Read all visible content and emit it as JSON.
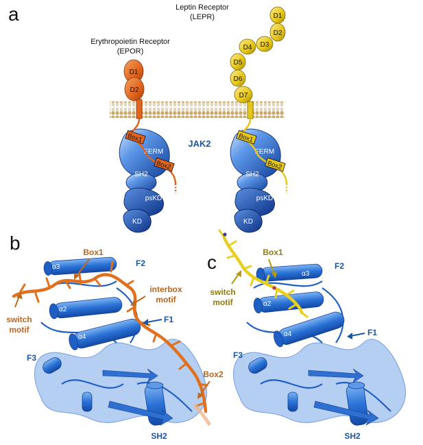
{
  "panels": {
    "a": "a",
    "b": "b",
    "c": "c"
  },
  "panel_a": {
    "epor": {
      "title_line1": "Erythropoietin Receptor",
      "title_line2": "(EPOR)",
      "domains": [
        "D1",
        "D2"
      ]
    },
    "lepr": {
      "title_line1": "Leptin Receptor",
      "title_line2": "(LEPR)",
      "domains": [
        "D1",
        "D2",
        "D3",
        "D4",
        "D5",
        "D6",
        "D7"
      ]
    },
    "jak2_label": "JAK2",
    "boxes": {
      "box1": "Box1",
      "box2": "Box2"
    },
    "jak_domains": {
      "ferm": "FERM",
      "sh2": "SH2",
      "pskd": "psKD",
      "kd": "KD"
    }
  },
  "panel_b": {
    "helices": [
      "α3",
      "α2",
      "α4"
    ],
    "labels": {
      "box1": "Box1",
      "f2": "F2",
      "interbox_line1": "interbox",
      "interbox_line2": "motif",
      "switch_line1": "switch",
      "switch_line2": "motif",
      "f1": "F1",
      "f3": "F3",
      "box2": "Box2",
      "sh2": "SH2"
    }
  },
  "panel_c": {
    "helices": [
      "α3",
      "α2",
      "α4"
    ],
    "labels": {
      "box1": "Box1",
      "f2": "F2",
      "switch_line1": "switch",
      "switch_line2": "motif",
      "f1": "F1",
      "f3": "F3",
      "sh2": "SH2"
    }
  },
  "colors": {
    "epor_orange": "#e0641e",
    "lepr_yellow": "#e6c619",
    "jak2_blue": "#1f5fc4",
    "jak2_light": "#6aa6ee",
    "membrane": "#c8a66a",
    "label_blue": "#1a55a8",
    "label_orange": "#b8651e",
    "label_olive": "#8c7c0c"
  }
}
